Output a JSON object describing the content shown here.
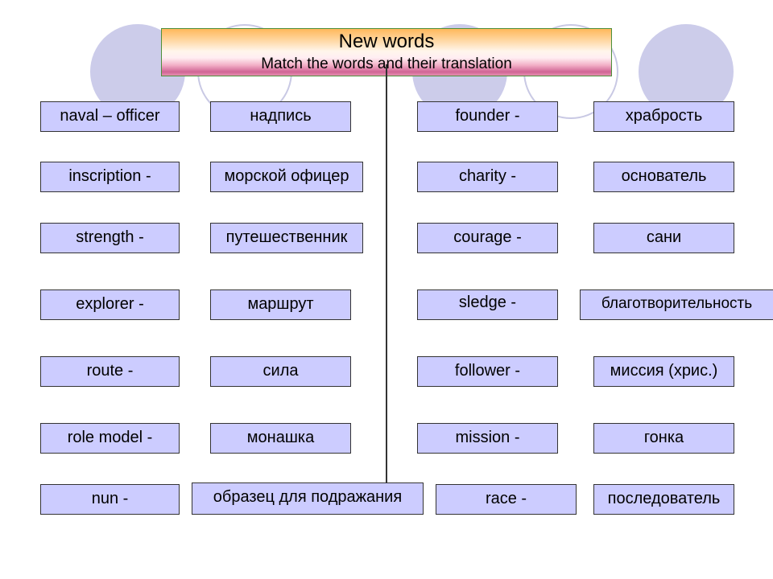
{
  "title": {
    "main": "New words",
    "subtitle": "Match the words and their translation"
  },
  "columns": {
    "english_left": [
      "naval – officer",
      "inscription -",
      "strength -",
      "explorer -",
      "route -",
      "role model -",
      "nun -"
    ],
    "russian_left": [
      "надпись",
      "морской офицер",
      "путешественник",
      "маршрут",
      "сила",
      "монашка",
      "образец для подражания"
    ],
    "english_right": [
      "founder -",
      "charity -",
      "courage -",
      "sledge -",
      "follower -",
      "mission -",
      "race -"
    ],
    "russian_right": [
      "храбрость",
      "основатель",
      "сани",
      "благотворительность",
      "миссия (хрис.)",
      "гонка",
      "последователь"
    ]
  },
  "colors": {
    "box_fill": "#ccccff",
    "decor_circle": "#ccccea",
    "banner_top": "#ffb85a",
    "banner_bottom": "#d06494"
  }
}
